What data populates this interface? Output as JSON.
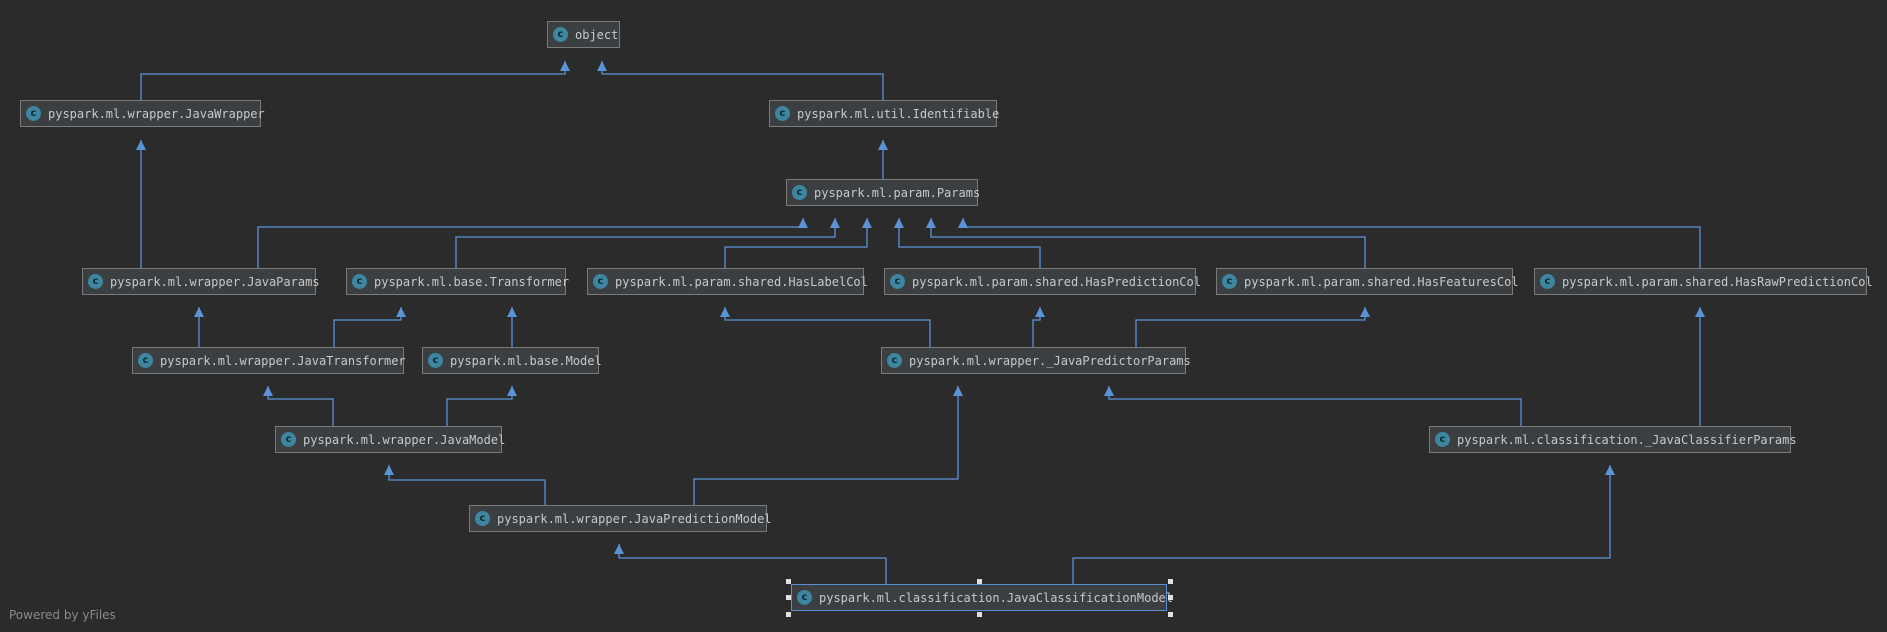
{
  "icon_letter": "c",
  "footer": "Powered by yFiles",
  "colors": {
    "background": "#2b2b2b",
    "edge": "#5b93d9",
    "node": "#3c3f41",
    "class_icon": "#3e86a0"
  },
  "nodes": [
    {
      "id": "object",
      "label": "object"
    },
    {
      "id": "java_wrapper",
      "label": "pyspark.ml.wrapper.JavaWrapper"
    },
    {
      "id": "identifiable",
      "label": "pyspark.ml.util.Identifiable"
    },
    {
      "id": "params",
      "label": "pyspark.ml.param.Params"
    },
    {
      "id": "java_params",
      "label": "pyspark.ml.wrapper.JavaParams"
    },
    {
      "id": "transformer",
      "label": "pyspark.ml.base.Transformer"
    },
    {
      "id": "has_label_col",
      "label": "pyspark.ml.param.shared.HasLabelCol"
    },
    {
      "id": "has_prediction_col",
      "label": "pyspark.ml.param.shared.HasPredictionCol"
    },
    {
      "id": "has_features_col",
      "label": "pyspark.ml.param.shared.HasFeaturesCol"
    },
    {
      "id": "has_raw_prediction_col",
      "label": "pyspark.ml.param.shared.HasRawPredictionCol"
    },
    {
      "id": "java_transformer",
      "label": "pyspark.ml.wrapper.JavaTransformer"
    },
    {
      "id": "model",
      "label": "pyspark.ml.base.Model"
    },
    {
      "id": "java_predictor_params",
      "label": "pyspark.ml.wrapper._JavaPredictorParams"
    },
    {
      "id": "java_model",
      "label": "pyspark.ml.wrapper.JavaModel"
    },
    {
      "id": "java_classifier_params",
      "label": "pyspark.ml.classification._JavaClassifierParams"
    },
    {
      "id": "java_prediction_model",
      "label": "pyspark.ml.wrapper.JavaPredictionModel"
    },
    {
      "id": "java_classification_model",
      "label": "pyspark.ml.classification.JavaClassificationModel",
      "selected": true
    }
  ],
  "edges": [
    {
      "from": "java_wrapper",
      "to": "object"
    },
    {
      "from": "identifiable",
      "to": "object"
    },
    {
      "from": "params",
      "to": "identifiable"
    },
    {
      "from": "java_params",
      "to": "java_wrapper"
    },
    {
      "from": "java_params",
      "to": "params"
    },
    {
      "from": "transformer",
      "to": "params"
    },
    {
      "from": "has_label_col",
      "to": "params"
    },
    {
      "from": "has_prediction_col",
      "to": "params"
    },
    {
      "from": "has_features_col",
      "to": "params"
    },
    {
      "from": "has_raw_prediction_col",
      "to": "params"
    },
    {
      "from": "java_transformer",
      "to": "java_params"
    },
    {
      "from": "java_transformer",
      "to": "transformer"
    },
    {
      "from": "model",
      "to": "transformer"
    },
    {
      "from": "java_predictor_params",
      "to": "has_label_col"
    },
    {
      "from": "java_predictor_params",
      "to": "has_prediction_col"
    },
    {
      "from": "java_predictor_params",
      "to": "has_features_col"
    },
    {
      "from": "java_model",
      "to": "java_transformer"
    },
    {
      "from": "java_model",
      "to": "model"
    },
    {
      "from": "java_classifier_params",
      "to": "java_predictor_params"
    },
    {
      "from": "java_classifier_params",
      "to": "has_raw_prediction_col"
    },
    {
      "from": "java_prediction_model",
      "to": "java_model"
    },
    {
      "from": "java_prediction_model",
      "to": "java_predictor_params"
    },
    {
      "from": "java_classification_model",
      "to": "java_prediction_model"
    },
    {
      "from": "java_classification_model",
      "to": "java_classifier_params"
    }
  ]
}
